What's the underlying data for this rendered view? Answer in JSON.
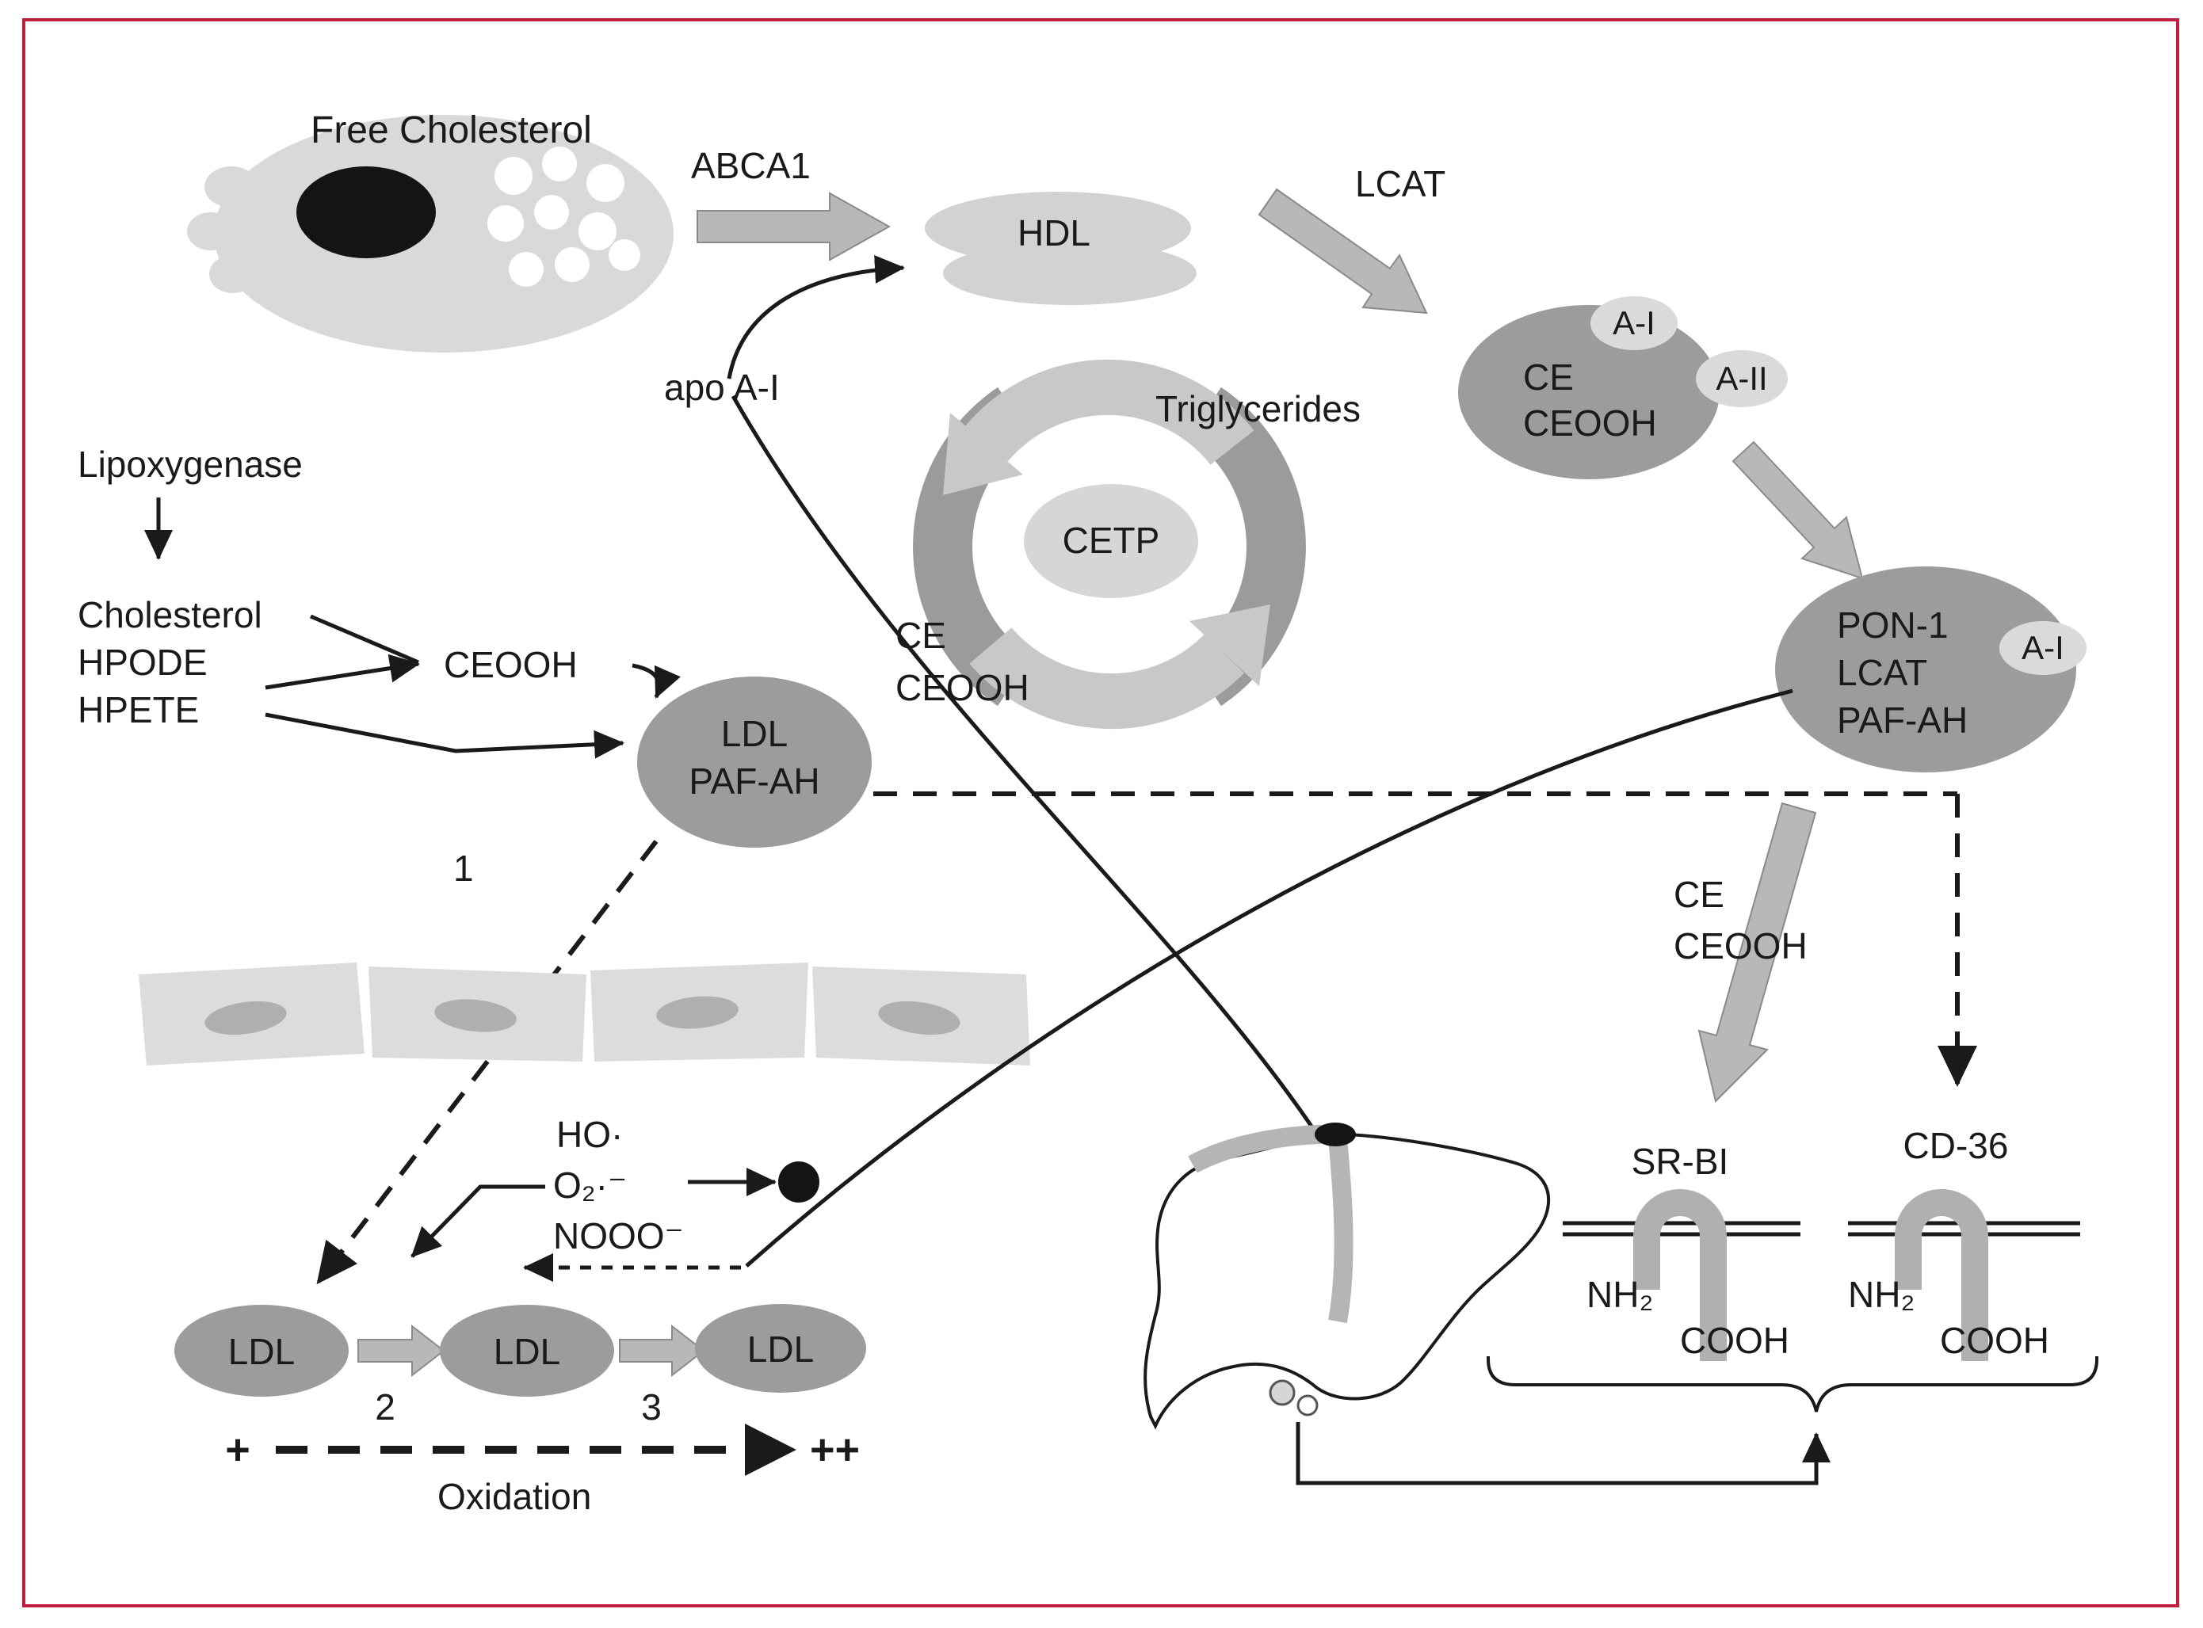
{
  "border_color": "#bf1e3e",
  "foam_cell": {
    "label": "Free Cholesterol"
  },
  "efflux": {
    "abca1": "ABCA1",
    "apo_ai": "apo A-I",
    "hdl": "HDL",
    "lcat": "LCAT"
  },
  "cetp_cycle": {
    "triglycerides": "Triglycerides",
    "cetp": "CETP",
    "ce": "CE",
    "ceooh": "CEOOH"
  },
  "hdl_mature": {
    "ce": "CE",
    "ceooh": "CEOOH",
    "a1": "A-I",
    "a2": "A-II"
  },
  "pon_particle": {
    "pon1": "PON-1",
    "lcat": "LCAT",
    "pafah": "PAF-AH",
    "a1": "A-I"
  },
  "lipoxygenase_path": {
    "lipoxygenase": "Lipoxygenase",
    "cholesterol": "Cholesterol",
    "hpode": "HPODE",
    "hpete": "HPETE",
    "ceooh": "CEOOH"
  },
  "ldl_particle": {
    "ldl": "LDL",
    "pafah": "PAF-AH"
  },
  "steps": {
    "one": "1",
    "two": "2",
    "three": "3"
  },
  "radicals": {
    "ho": "HO·",
    "superoxide": "O₂·⁻",
    "peroxynitrite": "NOOO⁻"
  },
  "oxidation_row": {
    "ldl1": "LDL",
    "ldl2": "LDL",
    "ldl3": "LDL",
    "plus": "+",
    "plus_plus": "++",
    "oxidation": "Oxidation"
  },
  "uptake": {
    "ce": "CE",
    "ceooh": "CEOOH",
    "srbi": "SR-BI",
    "cd36": "CD-36",
    "srbi_nh2": "NH₂",
    "srbi_cooh": "COOH",
    "cd36_nh2": "NH₂",
    "cd36_cooh": "COOH"
  }
}
